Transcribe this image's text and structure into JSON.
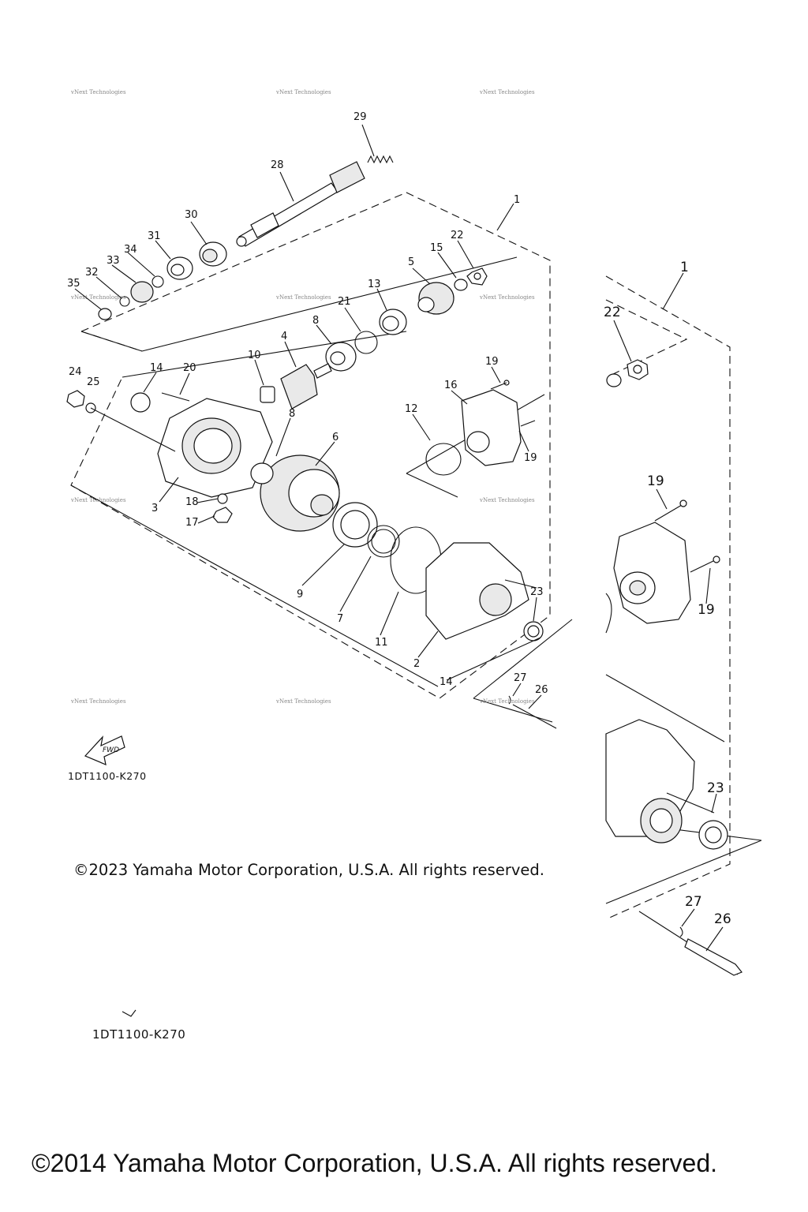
{
  "callouts": [
    "1",
    "2",
    "3",
    "4",
    "5",
    "6",
    "7",
    "8",
    "9",
    "10",
    "11",
    "12",
    "13",
    "14",
    "15",
    "16",
    "17",
    "18",
    "19",
    "20",
    "21",
    "22",
    "23",
    "24",
    "25",
    "26",
    "27",
    "28",
    "29",
    "30",
    "31",
    "32",
    "33",
    "34",
    "35"
  ],
  "watermark": "vNext Technologies",
  "fwd_label": "FWD",
  "diagram_code": "1DT1100-K270",
  "copyright_top": "©2023 Yamaha Motor Corporation, U.S.A. All rights reserved.",
  "copyright_bottom": "©2014 Yamaha Motor Corporation, U.S.A. All rights reserved."
}
